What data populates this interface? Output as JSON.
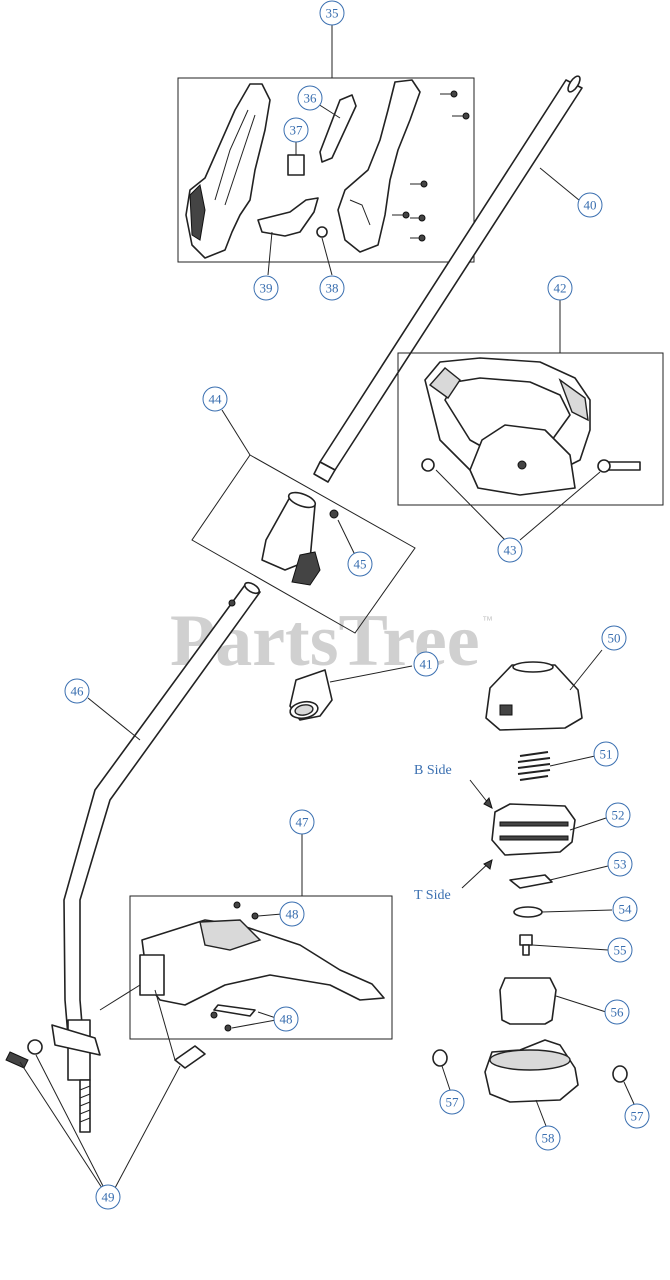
{
  "watermark": {
    "text": "PartsTree",
    "mark": "™"
  },
  "side_labels": {
    "b_side": "B Side",
    "t_side": "T Side"
  },
  "callouts": [
    {
      "id": "c35",
      "label": "35"
    },
    {
      "id": "c36",
      "label": "36"
    },
    {
      "id": "c37",
      "label": "37"
    },
    {
      "id": "c38",
      "label": "38"
    },
    {
      "id": "c39",
      "label": "39"
    },
    {
      "id": "c40",
      "label": "40"
    },
    {
      "id": "c41",
      "label": "41"
    },
    {
      "id": "c42",
      "label": "42"
    },
    {
      "id": "c43",
      "label": "43"
    },
    {
      "id": "c44",
      "label": "44"
    },
    {
      "id": "c45",
      "label": "45"
    },
    {
      "id": "c46",
      "label": "46"
    },
    {
      "id": "c47",
      "label": "47"
    },
    {
      "id": "c48a",
      "label": "48"
    },
    {
      "id": "c48b",
      "label": "48"
    },
    {
      "id": "c49",
      "label": "49"
    },
    {
      "id": "c50",
      "label": "50"
    },
    {
      "id": "c51",
      "label": "51"
    },
    {
      "id": "c52",
      "label": "52"
    },
    {
      "id": "c53",
      "label": "53"
    },
    {
      "id": "c54",
      "label": "54"
    },
    {
      "id": "c55",
      "label": "55"
    },
    {
      "id": "c56",
      "label": "56"
    },
    {
      "id": "c57a",
      "label": "57"
    },
    {
      "id": "c57b",
      "label": "57"
    },
    {
      "id": "c58",
      "label": "58"
    }
  ]
}
